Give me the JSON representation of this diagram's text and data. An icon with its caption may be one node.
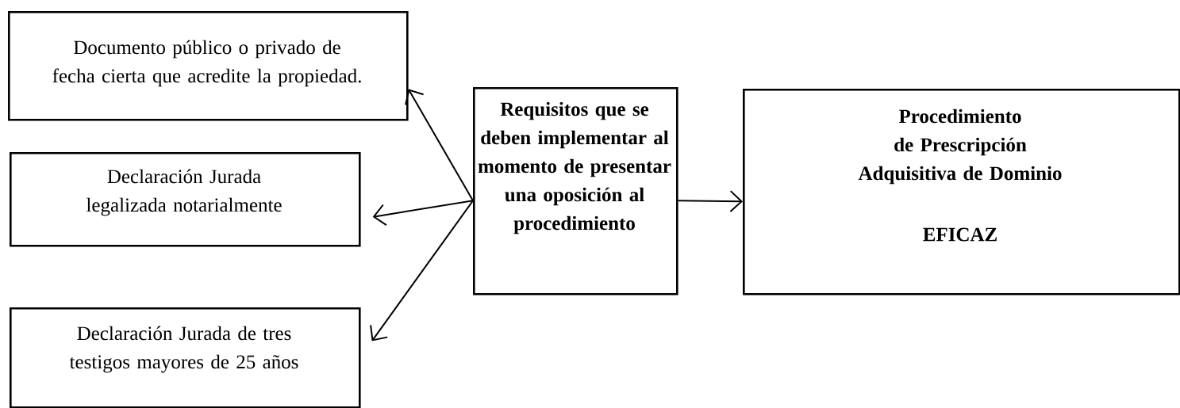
{
  "diagram": {
    "nodes": [
      {
        "text": [
          "Documento público o privado de fecha cierta que acredite la propiedad."
        ]
      },
      {
        "text": [
          "Declaración Jurada legalizada notarialmente"
        ]
      },
      {
        "text": [
          "Declaración Jurada de tres testigos mayores de 25 años"
        ]
      },
      {
        "text": [
          "Requisitos que se deben implementar al momento de presentar una oposición al procedimiento"
        ]
      },
      {
        "text": [
          "Procedimiento de Prescripción Adquisitiva de Dominio",
          "EFICAZ"
        ]
      }
    ],
    "edges": [
      {
        "from": 3,
        "to": 0,
        "arrow": "to"
      },
      {
        "from": 3,
        "to": 1,
        "arrow": "to"
      },
      {
        "from": 3,
        "to": 2,
        "arrow": "to"
      },
      {
        "from": 3,
        "to": 4,
        "arrow": "to"
      }
    ]
  }
}
